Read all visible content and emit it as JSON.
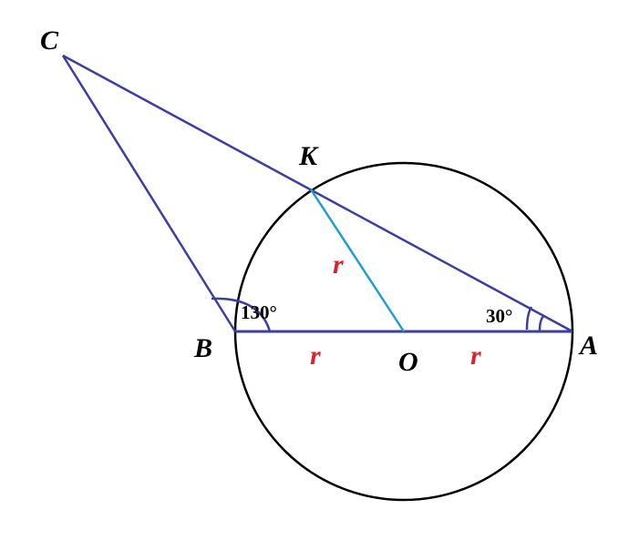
{
  "points": {
    "A": "A",
    "B": "B",
    "C": "C",
    "K": "K",
    "O": "O"
  },
  "angles": {
    "at_B": "130°",
    "at_A": "30°"
  },
  "radius_label": "r",
  "colors": {
    "triangle": "#3b3f9f",
    "radius_ok": "#1f9fd0",
    "circle": "#000000",
    "radius_text": "#e0202a",
    "label_text": "#000000"
  }
}
